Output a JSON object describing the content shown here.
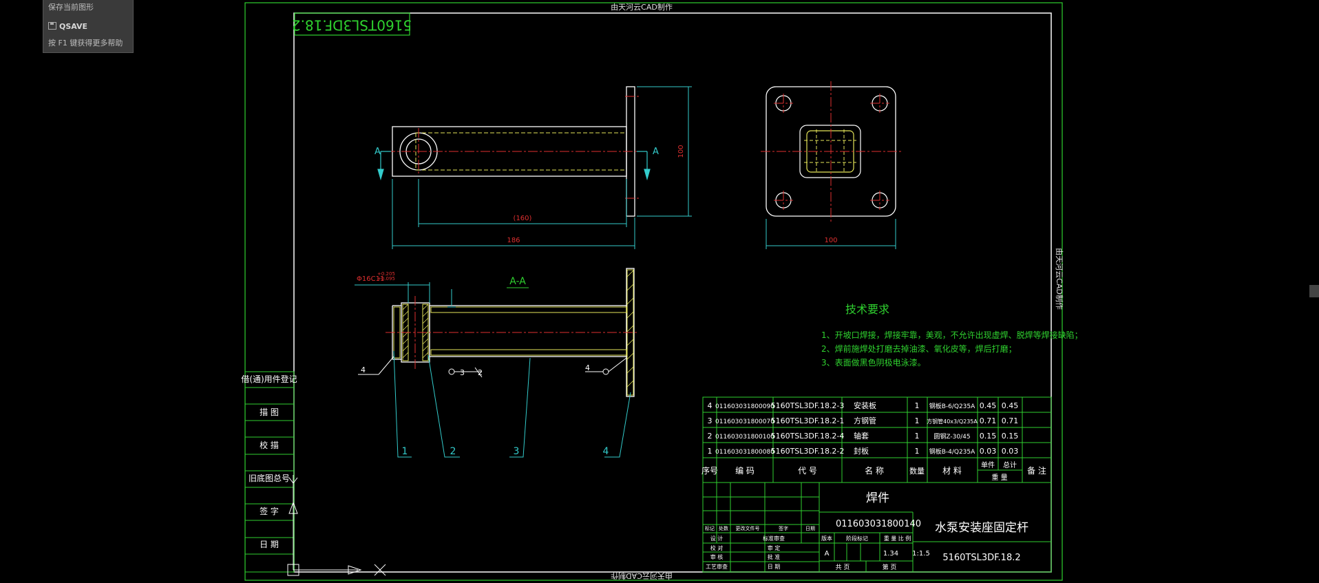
{
  "tooltip": {
    "line1": "保存当前图形",
    "command": "QSAVE",
    "help": "按 F1 键获得更多帮助"
  },
  "frame": {
    "watermark": "由天河云CAD制作",
    "drawing_number_flipped": "5160TSL3DF.18.2"
  },
  "left_block": {
    "labels": [
      "借(通)用件登记",
      "描 图",
      "校 描",
      "旧底图总号",
      "签 字",
      "日 期"
    ]
  },
  "views": {
    "top_dim_160": "(160)",
    "top_dim_186": "186",
    "top_dim_100_vertical": "100",
    "right_dim_100": "100",
    "section_mark": "A",
    "section_title": "A-A",
    "tolerance_main": "Φ16C11",
    "tolerance_upper": "+0.205",
    "tolerance_lower": "+0.095",
    "weld_4": "4",
    "weld_3": "3",
    "weld_2": "2",
    "weld_4b": "4",
    "balloons": [
      "1",
      "2",
      "3",
      "4"
    ]
  },
  "tech": {
    "title": "技术要求",
    "items": [
      "1、开坡口焊接，焊接牢靠，美观，不允许出现虚焊、脱焊等焊接缺陷；",
      "2、焊前施焊处打磨去掉油漆、氧化皮等，焊后打磨；",
      "3、表面做黑色阴极电泳漆。"
    ]
  },
  "bom": {
    "headers": [
      "序号",
      "编 码",
      "代 号",
      "名 称",
      "数量",
      "材 料",
      "单件",
      "总计",
      "备 注"
    ],
    "weight_label": "重 量",
    "rows": [
      {
        "no": "4",
        "code": "011603031800090",
        "drawing": "5160TSL3DF.18.2-3",
        "name": "安装板",
        "qty": "1",
        "material": "钢板B-6/Q235A",
        "unit": "0.45",
        "total": "0.45"
      },
      {
        "no": "3",
        "code": "011603031800070",
        "drawing": "5160TSL3DF.18.2-1",
        "name": "方钢管",
        "qty": "1",
        "material": "方钢管40x3/Q235A",
        "unit": "0.71",
        "total": "0.71"
      },
      {
        "no": "2",
        "code": "011603031800100",
        "drawing": "5160TSL3DF.18.2-4",
        "name": "轴套",
        "qty": "1",
        "material": "圆钢Z-30/45",
        "unit": "0.15",
        "total": "0.15"
      },
      {
        "no": "1",
        "code": "011603031800080",
        "drawing": "5160TSL3DF.18.2-2",
        "name": "封板",
        "qty": "1",
        "material": "钢板B-4/Q235A",
        "unit": "0.03",
        "total": "0.03"
      }
    ]
  },
  "title_block": {
    "type": "焊件",
    "code": "011603031800140",
    "name": "水泵安装座固定杆",
    "number": "5160TSL3DF.18.2",
    "rev_labels": [
      "标记",
      "处数",
      "更改文件号",
      "签字",
      "日期"
    ],
    "sign_left": [
      "设 计",
      "校 对",
      "审 核",
      "工艺审查"
    ],
    "sign_right": [
      "标准审查",
      "审 定",
      "批 准",
      "日 期"
    ],
    "stage_labels": [
      "版本",
      "阶段标记",
      "重 量",
      "比 例"
    ],
    "version": "A",
    "weight": "1.34",
    "scale": "1:1.5",
    "sheet_total": "共 页",
    "sheet_no": "第 页"
  },
  "colors": {
    "green": "#2fd12f",
    "yellow": "#e6e65a",
    "red": "#e03030",
    "cyan": "#33cccc",
    "white": "#ffffff"
  }
}
